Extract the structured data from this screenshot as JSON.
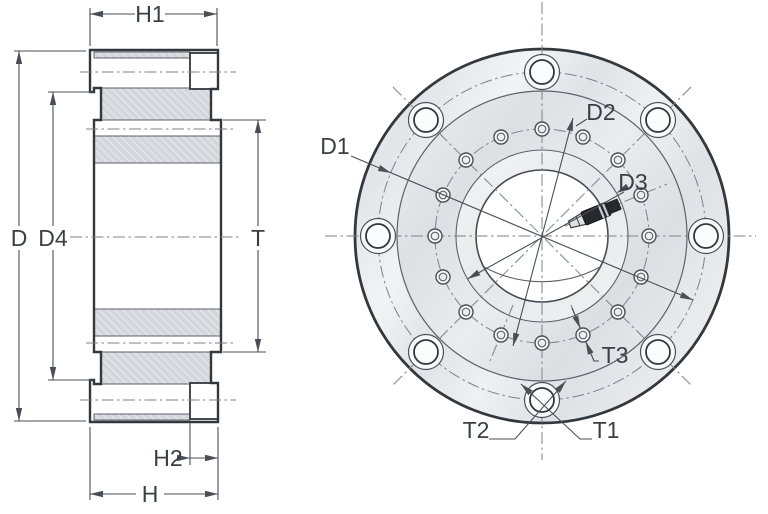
{
  "figure": {
    "type": "technical-drawing",
    "description": "Two-view engineering drawing of a circular measuring flange: side cross-section at left, front face view at right",
    "views": [
      {
        "id": "side-section",
        "name": "Side cross-section view",
        "dimension_labels": [
          "H1",
          "D",
          "D4",
          "T",
          "H2",
          "H"
        ]
      },
      {
        "id": "front",
        "name": "Front face view",
        "dimension_labels": [
          "D1",
          "D2",
          "D3",
          "T1",
          "T2",
          "T3"
        ],
        "outer_bolt_hole_count": 8,
        "inner_hole_count": 16,
        "connector_icon": "cable-plug"
      }
    ]
  },
  "labels": {
    "h1": "H1",
    "d": "D",
    "d4": "D4",
    "t": "T",
    "h2": "H2",
    "h": "H",
    "d1": "D1",
    "d2": "D2",
    "d3": "D3",
    "t1": "T1",
    "t2": "T2",
    "t3": "T3"
  },
  "colors": {
    "outline": "#33383d",
    "thin_line": "#5c6268",
    "centerline": "#7b838b",
    "dimension": "#4a4f55",
    "label_text": "#3a3f44",
    "hatch_fill": "#d3d6da",
    "hatch_line": "#eef0f2",
    "bore_line": "#474d53",
    "hole_ring": "#4a5057",
    "connector_body": "#26282b",
    "background": "#ffffff"
  }
}
